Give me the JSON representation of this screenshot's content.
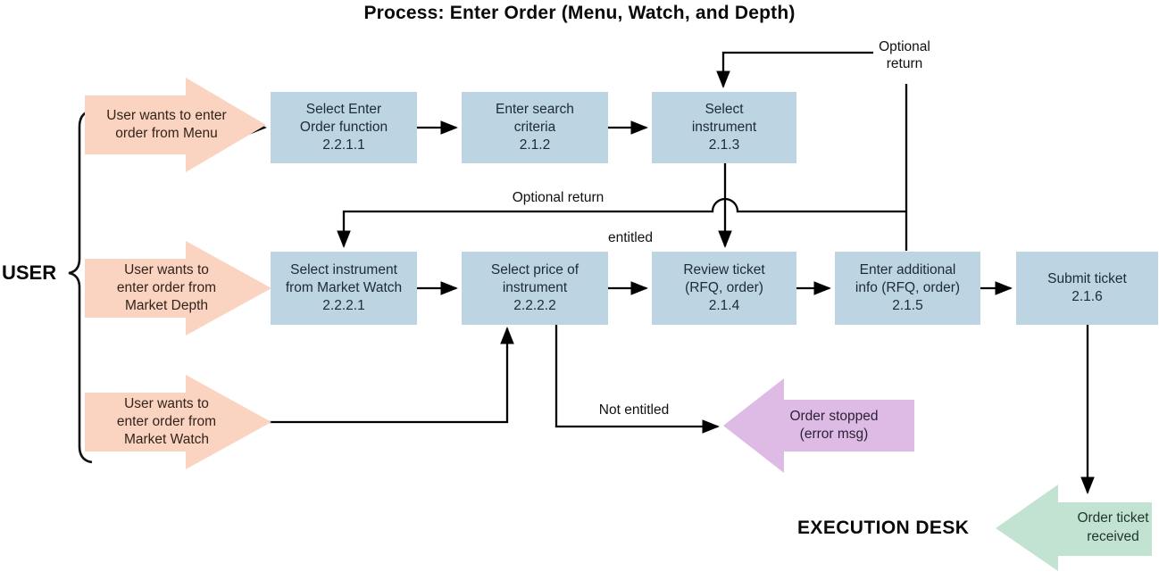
{
  "title": "Process: Enter Order (Menu, Watch, and Depth)",
  "actors": {
    "user": "USER",
    "execution_desk": "EXECUTION DESK"
  },
  "triggers": [
    {
      "text": "User wants to enter\norder from Menu"
    },
    {
      "text": "User wants to\nenter order from\nMarket Depth"
    },
    {
      "text": "User wants to\nenter order from\nMarket Watch"
    }
  ],
  "steps": [
    {
      "id": "2.2.1.1",
      "text": "Select Enter\nOrder function\n2.2.1.1"
    },
    {
      "id": "2.1.2",
      "text": "Enter search\ncriteria\n2.1.2"
    },
    {
      "id": "2.1.3",
      "text": "Select\ninstrument\n2.1.3"
    },
    {
      "id": "2.2.2.1",
      "text": "Select instrument\nfrom Market Watch\n2.2.2.1"
    },
    {
      "id": "2.2.2.2",
      "text": "Select price of\ninstrument\n2.2.2.2"
    },
    {
      "id": "2.1.4",
      "text": "Review ticket\n(RFQ, order)\n2.1.4"
    },
    {
      "id": "2.1.5",
      "text": "Enter additional\ninfo (RFQ, order)\n2.1.5"
    },
    {
      "id": "2.1.6",
      "text": "Submit ticket\n2.1.6"
    }
  ],
  "edge_labels": {
    "optional_return_top": "Optional\nreturn",
    "optional_return_mid": "Optional return",
    "entitled": "entitled",
    "not_entitled": "Not entitled"
  },
  "outcomes": {
    "order_stopped": "Order stopped\n(error msg)",
    "order_ticket_received": "Order ticket\nreceived"
  },
  "colors": {
    "process_box": "#bdd5e2",
    "trigger_arrow": "#fad4c1",
    "error_arrow": "#ddbbe5",
    "success_arrow": "#c3e3d2",
    "line": "#000000",
    "box_text": "#1c2b36"
  }
}
